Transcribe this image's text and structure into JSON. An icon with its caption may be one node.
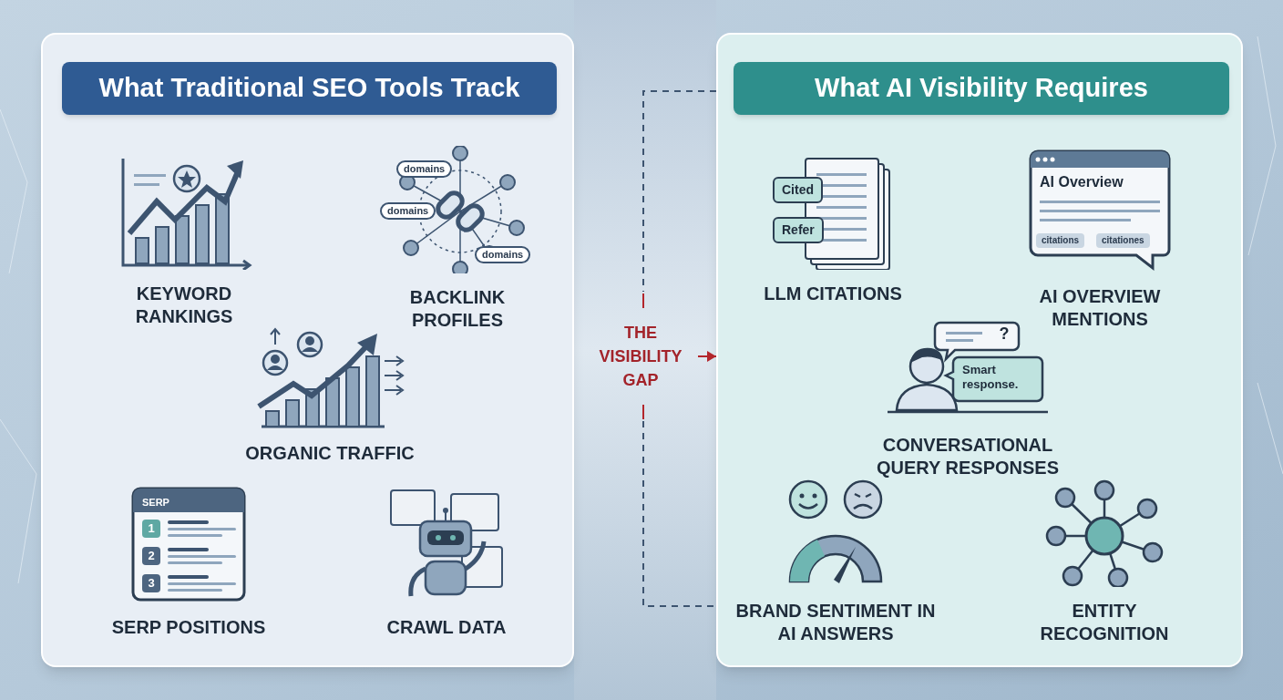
{
  "diagram": {
    "nodes": [
      {
        "text": [
          "What Traditional SEO Tools Track"
        ]
      },
      {
        "text": [
          "KEYWORD RANKINGS"
        ],
        "in": 0
      },
      {
        "text": [
          "BACKLINK PROFILES"
        ],
        "in": 0
      },
      {
        "text": [
          "ORGANIC TRAFFIC"
        ],
        "in": 0
      },
      {
        "text": [
          "SERP POSITIONS"
        ],
        "in": 0
      },
      {
        "text": [
          "CRAWL DATA"
        ],
        "in": 0
      },
      {
        "text": [
          "THE VISIBILITY GAP"
        ]
      },
      {
        "text": [
          "What AI Visibility Requires"
        ]
      },
      {
        "text": [
          "LLM CITATIONS"
        ],
        "in": 7
      },
      {
        "text": [
          "AI OVERVIEW MENTIONS"
        ],
        "in": 7
      },
      {
        "text": [
          "CONVERSATIONAL QUERY RESPONSES"
        ],
        "in": 7
      },
      {
        "text": [
          "BRAND SENTIMENT IN AI ANSWERS"
        ],
        "in": 7
      },
      {
        "text": [
          "ENTITY RECOGNITION"
        ],
        "in": 7
      }
    ],
    "edges": [
      {
        "from": 6,
        "to": 7,
        "arrow": "to",
        "color": "#b3262c"
      }
    ],
    "labels": [
      "domains",
      "domains",
      "domains",
      "SERP",
      "1",
      "2",
      "3",
      "Cited",
      "Refer",
      "AI Overview",
      "citations",
      "citationes",
      "?",
      "Smart response."
    ]
  }
}
